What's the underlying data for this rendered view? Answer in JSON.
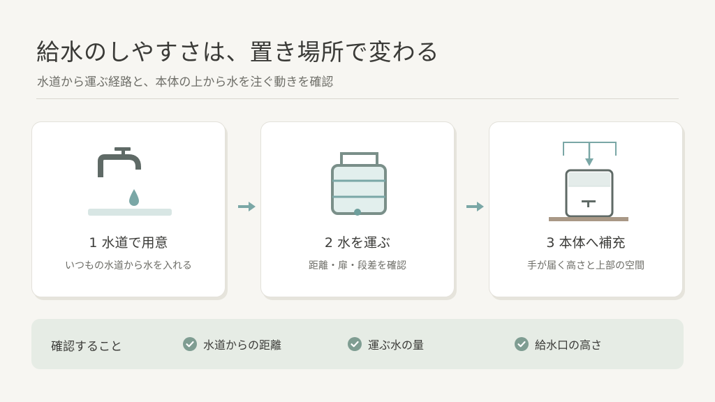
{
  "header": {
    "title": "給水のしやすさは、置き場所で変わる",
    "subtitle": "水道から運ぶ経路と、本体の上から水を注ぐ動きを確認"
  },
  "steps": [
    {
      "title": "1 水道で用意",
      "description": "いつもの水道から水を入れる",
      "icon": "faucet-icon"
    },
    {
      "title": "2 水を運ぶ",
      "description": "距離・扉・段差を確認",
      "icon": "water-tank-icon"
    },
    {
      "title": "3 本体へ補充",
      "description": "手が届く高さと上部の空間",
      "icon": "humidifier-refill-icon"
    }
  ],
  "checklist": {
    "heading": "確認すること",
    "items": [
      "水道からの距離",
      "運ぶ水の量",
      "給水口の高さ"
    ]
  },
  "colors": {
    "background": "#f7f6f2",
    "accent_teal": "#7aa7a6",
    "icon_dark": "#5f6a66",
    "panel": "#e6ece5",
    "check": "#7f9d92"
  }
}
